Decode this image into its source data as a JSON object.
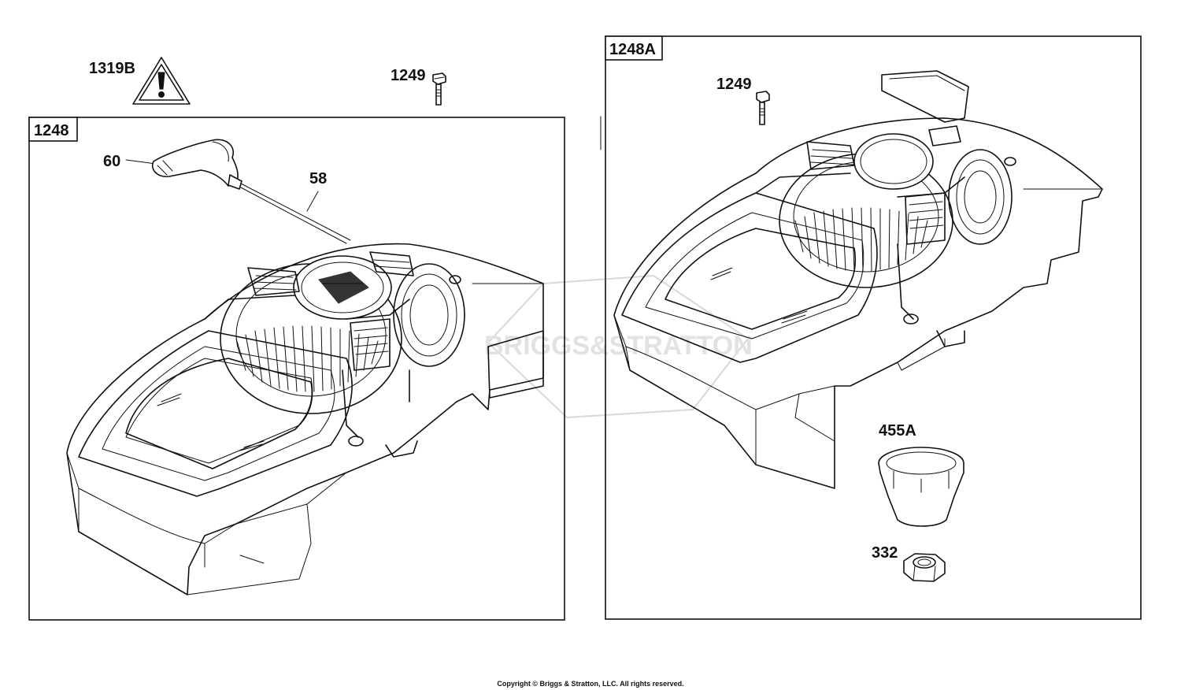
{
  "diagram": {
    "warning_label": "1319B",
    "screw_top_label": "1249",
    "panel_left": {
      "label": "1248",
      "callouts": {
        "handle": "60",
        "rope": "58"
      }
    },
    "panel_right": {
      "label": "1248A",
      "callouts": {
        "screw": "1249",
        "cup": "455A",
        "nut": "332"
      }
    },
    "watermark": "BRIGGS&STRATTON",
    "copyright": "Copyright © Briggs & Stratton, LLC. All rights reserved."
  }
}
